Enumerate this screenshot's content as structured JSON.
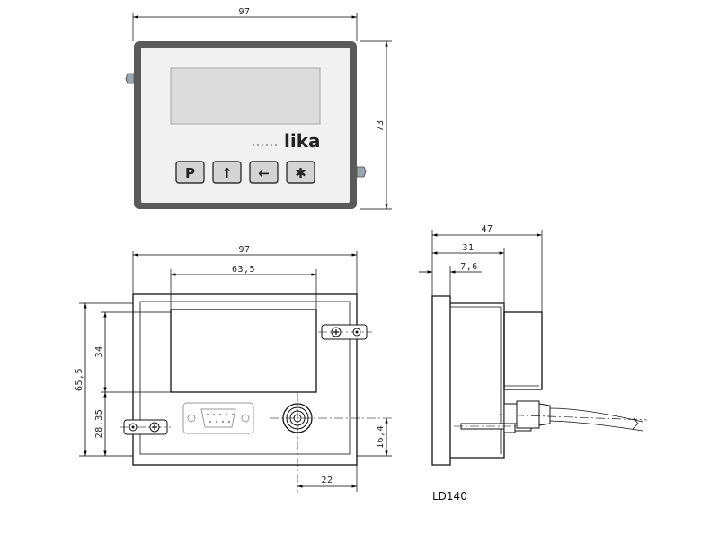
{
  "drawing": {
    "model": "LD140",
    "brand_logo": "lika",
    "keys": [
      "P",
      "↑",
      "←",
      "✱"
    ]
  },
  "dimensions": {
    "front_width": "97",
    "front_height": "73",
    "rear_width": "97",
    "display_width": "63,5",
    "rear_height": "65,5",
    "display_height": "34",
    "connector_height": "28,35",
    "gland_height": "16,4",
    "gland_offset": "22",
    "side_depth_total": "47",
    "side_depth_body": "31",
    "side_depth_bezel": "7,6"
  },
  "colors": {
    "bezel": "#5a5a5a",
    "panel": "#f1f1f1",
    "lcd": "#dcdcdc",
    "key": "#d4d4d4",
    "logo_red": "#c0292e"
  }
}
